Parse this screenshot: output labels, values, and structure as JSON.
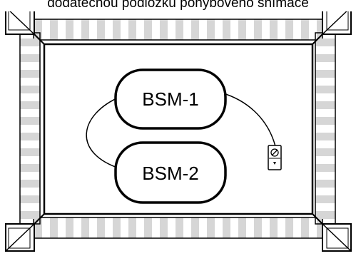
{
  "caption": {
    "text": "dodatečnou podložku pohybového snímače"
  },
  "sensors": [
    {
      "label": "BSM-1"
    },
    {
      "label": "BSM-2"
    }
  ],
  "colors": {
    "stripe": "#d6d6d6",
    "line": "#000000",
    "background": "#ffffff"
  },
  "icons": {
    "control_unit": "control-unit-icon"
  }
}
